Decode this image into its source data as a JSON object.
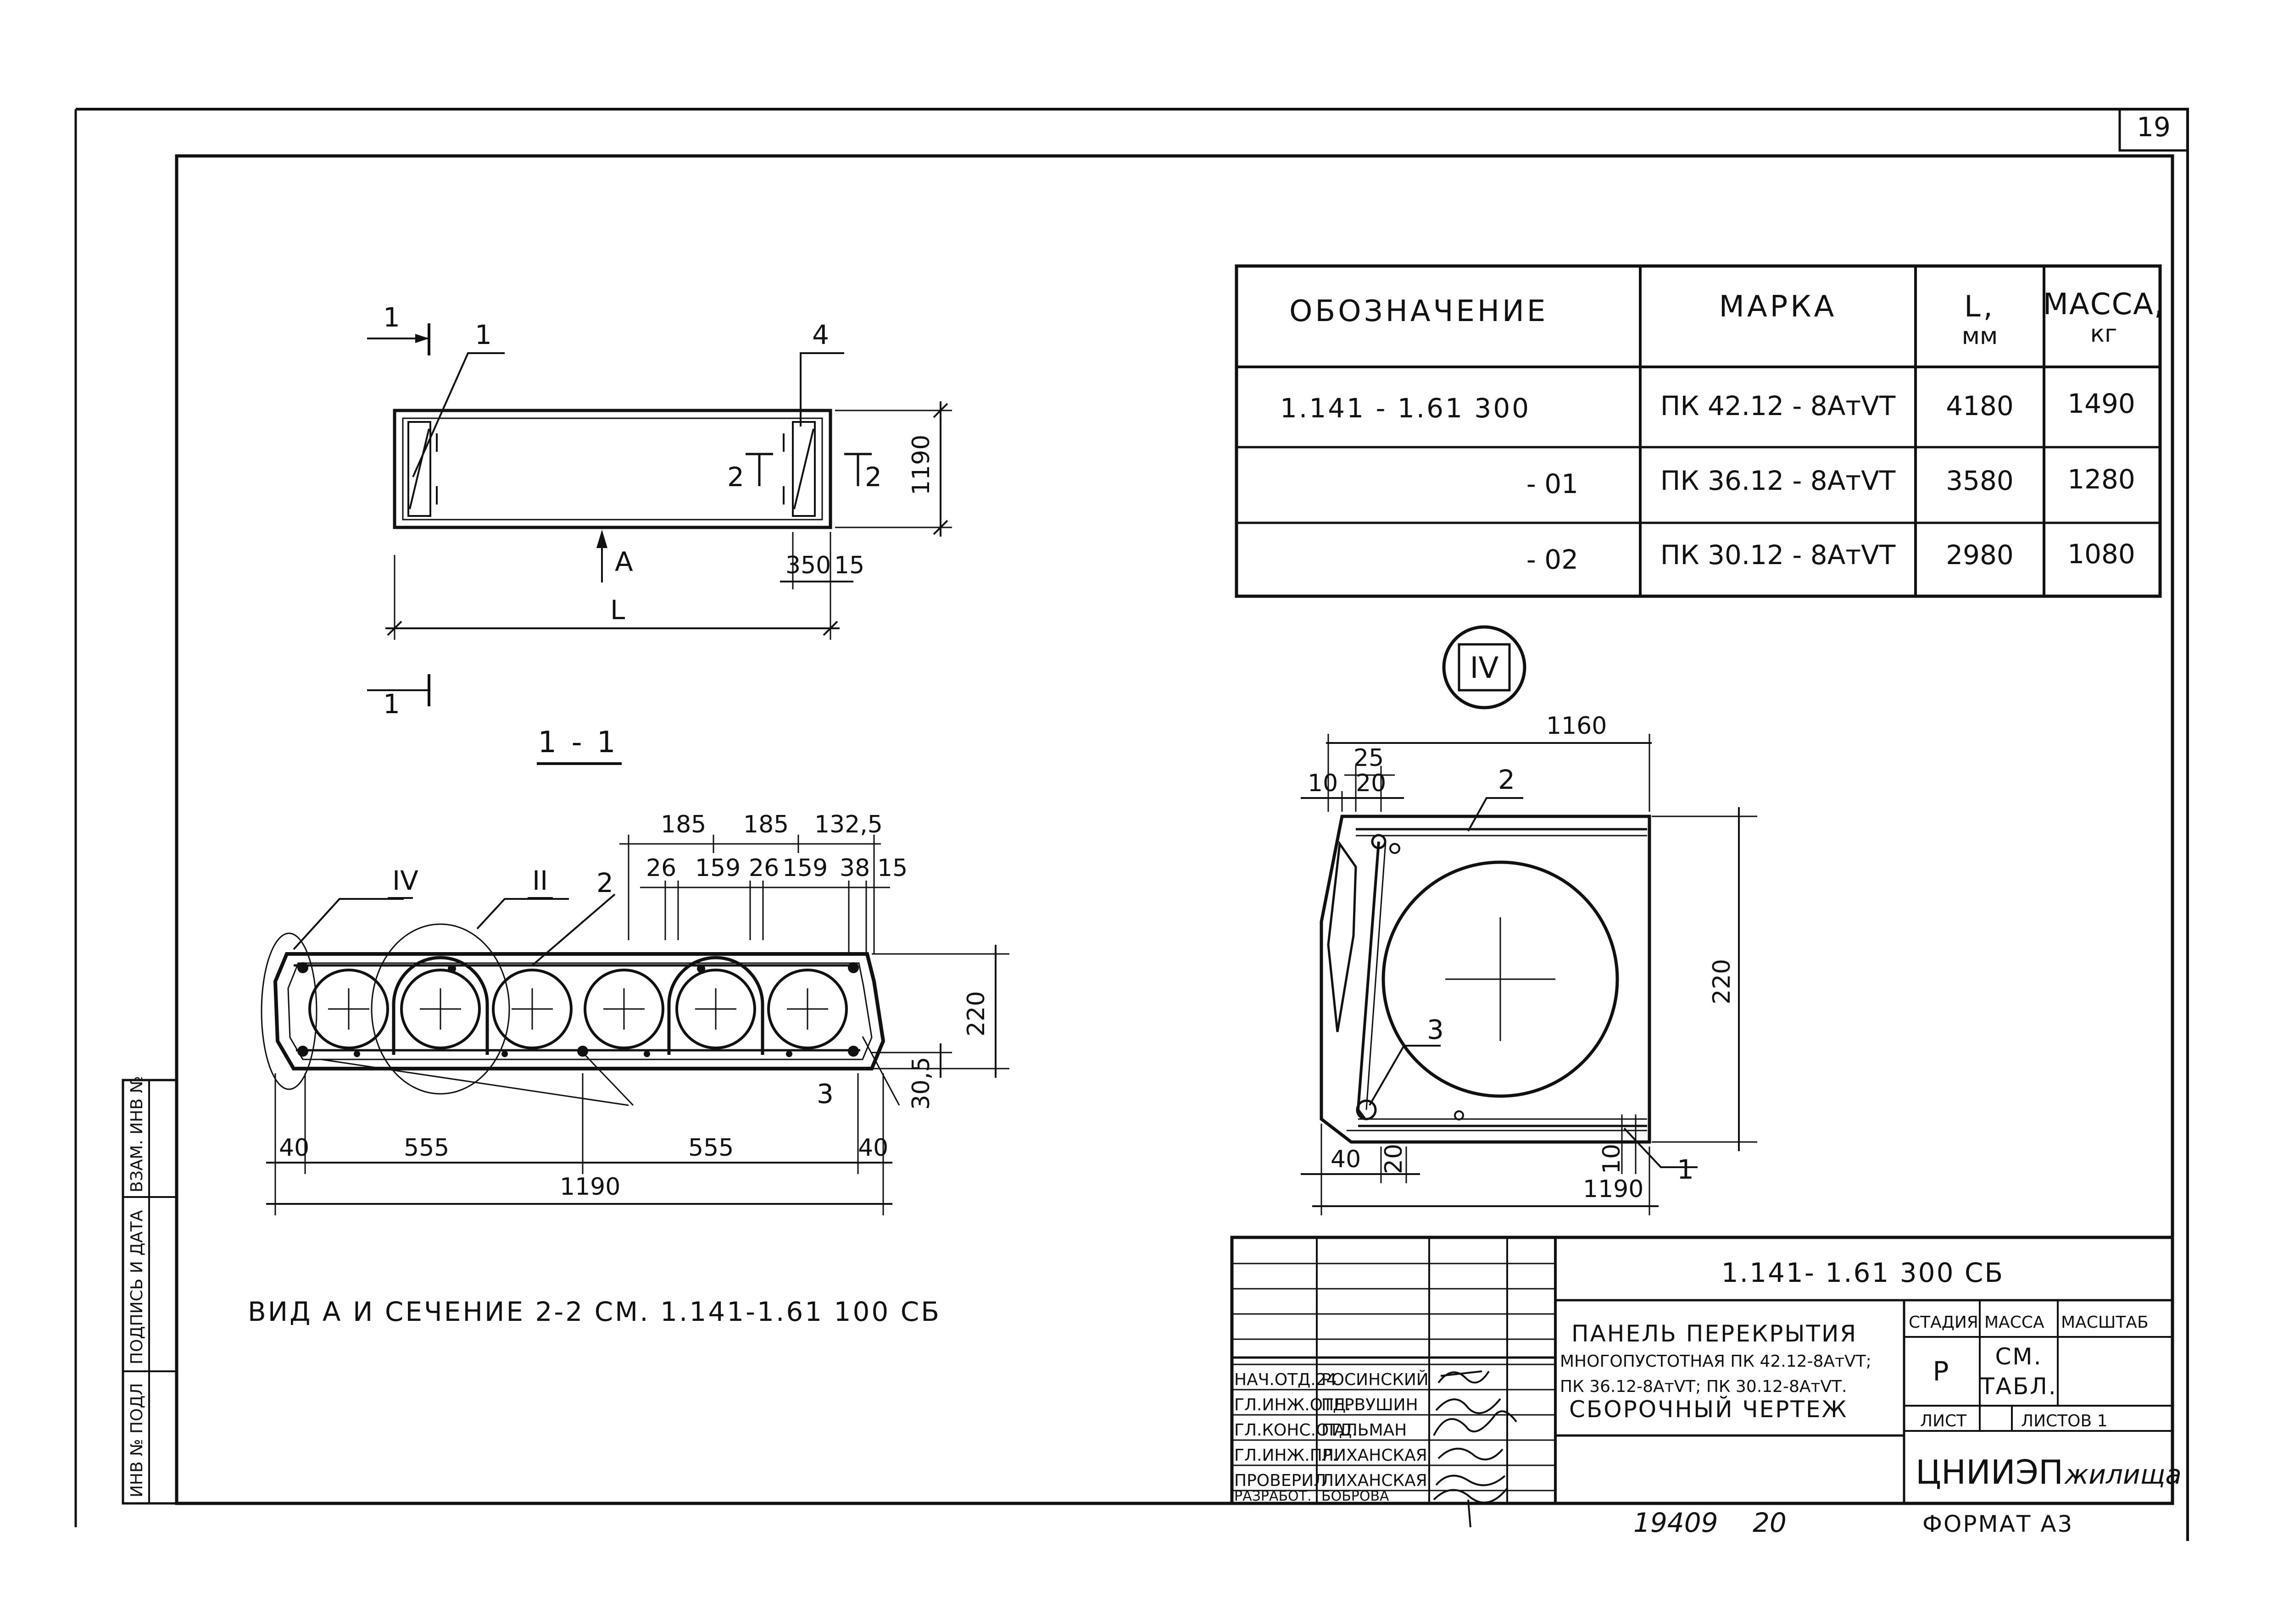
{
  "sheet": {
    "number": "19",
    "format": "ФОРМАТ А3",
    "archive_no": "19409",
    "archive_sheet": "20"
  },
  "left_strip": {
    "inv_replaced": "ВЗАМ. ИНВ №",
    "sign_date": "ПОДПИСЬ И ДАТА",
    "inv_original": "ИНВ № ПОДЛ"
  },
  "plan_view": {
    "section_mark": "1",
    "pos_1": "1",
    "pos_4": "4",
    "section2_left": "2",
    "section2_right": "2",
    "view_a": "A",
    "dim_width": "1190",
    "dim_350": "350",
    "dim_15": "15",
    "dim_length": "L"
  },
  "section_1_1": {
    "title": "1 - 1",
    "node_iv": "IV",
    "node_ii": "II",
    "pos_2": "2",
    "pos_3": "3",
    "top_dims": [
      "185",
      "185",
      "132,5"
    ],
    "sub_dims": [
      "26",
      "159",
      "26",
      "159",
      "38",
      "15"
    ],
    "dim_height": "220",
    "dim_30_5": "30,5",
    "bottom_dims": [
      "40",
      "555",
      "555",
      "40"
    ],
    "dim_total": "1190"
  },
  "note": "ВИД А И СЕЧЕНИЕ 2-2 СМ. 1.141-1.61  100 СБ",
  "spec_table": {
    "headers": [
      "ОБОЗНАЧЕНИЕ",
      "МАРКА",
      "L,\nмм",
      "МАССА,\nкг"
    ],
    "rows": [
      [
        "1.141 - 1.61   300",
        "ПК 42.12 - 8АтⅤТ",
        "4180",
        "1490"
      ],
      [
        "- 01",
        "ПК 36.12 - 8АтⅤТ",
        "3580",
        "1280"
      ],
      [
        "- 02",
        "ПК 30.12 - 8АтⅤТ",
        "2980",
        "1080"
      ]
    ]
  },
  "detail_iv": {
    "mark": "IV",
    "dim_1160": "1160",
    "dim_25": "25",
    "dim_10": "10",
    "dim_20": "20",
    "pos_2": "2",
    "pos_3": "3",
    "pos_1": "1",
    "dim_220": "220",
    "dim_40": "40",
    "dim_20b": "20",
    "dim_10b": "10",
    "dim_1190": "1190"
  },
  "title_block": {
    "doc_code": "1.141- 1.61    300 СБ",
    "title_1": "ПАНЕЛЬ ПЕРЕКРЫТИЯ",
    "title_2": "МНОГОПУСТОТНАЯ ПК 42.12-8АтⅤТ;",
    "title_3": "ПК 36.12-8АтⅤТ; ПК 30.12-8АтⅤТ.",
    "title_4": "СБОРОЧНЫЙ ЧЕРТЕЖ",
    "stage_h": "СТАДИЯ",
    "mass_h": "МАССА",
    "scale_h": "МАСШТАБ",
    "stage": "Р",
    "mass": "СМ.\nТАБЛ.",
    "sheet_h": "ЛИСТ",
    "sheets_h": "ЛИСТОВ 1",
    "org": "ЦНИИЭП",
    "org2": "жилища",
    "people": [
      [
        "НАЧ.ОТД.24",
        "РОСИНСКИЙ"
      ],
      [
        "ГЛ.ИНЖ.ОТД.",
        "ПЕРВУШИН"
      ],
      [
        "ГЛ.КОНС.ОТД.",
        "ПАЛЬМАН"
      ],
      [
        "ГЛ.ИНЖ.ПР.",
        "ЛИХАНСКАЯ"
      ],
      [
        "ПРОВЕРИЛ",
        "ЛИХАНСКАЯ"
      ],
      [
        "РАЗРАБОТ.",
        "БОБРОВА"
      ]
    ]
  }
}
